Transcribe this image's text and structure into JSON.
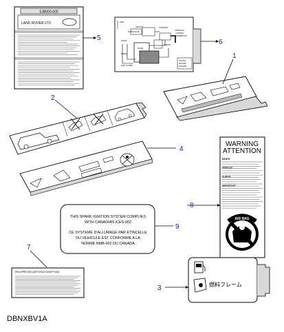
{
  "diagram": {
    "code": "DBNXBV1A",
    "callouts": [
      "1",
      "2",
      "3",
      "4",
      "5",
      "6",
      "7",
      "8",
      "9"
    ]
  },
  "label5": {
    "part_no": "SJB000-000",
    "brand": "LAND ROVER LTD"
  },
  "label6": {
    "texts": [
      "FUEL",
      "VAPOUR",
      "PURGE VALVE",
      "CANISTER",
      "INTAKE",
      "PURGE",
      "EMISSION",
      "CONTROL",
      "INFORMATION",
      "VACUUM",
      "ROUTING",
      "DIAGRAM",
      "EVAP SYSTEM",
      "FILTER",
      "PLENUM"
    ]
  },
  "label8": {
    "title_line1": "WARNING",
    "title_line2": "ATTENTION",
    "headings": [
      "DEATH",
      "SERIOUS",
      "SURVIE",
      "IMPORTANT"
    ],
    "badge": "AIR BAG"
  },
  "label9": {
    "lines": [
      "THIS SPARK IGNITION SYSTEM COMPLIES",
      "WITH CANADIAN ICES-002",
      "CE SYSTEME D'ALLUMAGE PAR ETINCELLE",
      "DU VEHICULE EST CONFORME A LA",
      "NORME NMB-002 DU CANADA"
    ]
  },
  "label7": {
    "title": "EPA APPROVED (NETESTAG EXEMPTION)"
  },
  "label3": {
    "japanese_text": "燃料フレーム"
  },
  "colors": {
    "line": "#000000",
    "callout": "#1a1aa8",
    "grey": "#c8c8c8",
    "dark_grey": "#7a7a7a"
  }
}
